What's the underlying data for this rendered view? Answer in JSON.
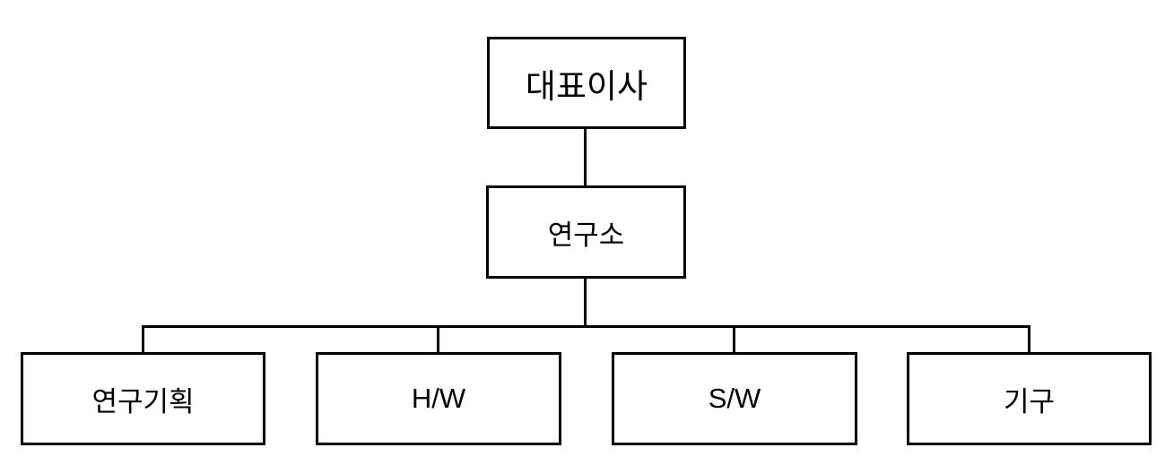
{
  "chart_data": {
    "type": "table",
    "title": "",
    "structure": "organization-chart",
    "root": {
      "label": "대표이사"
    },
    "level2": {
      "label": "연구소",
      "parent": "대표이사"
    },
    "children": [
      {
        "label": "연구기획",
        "parent": "연구소"
      },
      {
        "label": "H/W",
        "parent": "연구소"
      },
      {
        "label": "S/W",
        "parent": "연구소"
      },
      {
        "label": "기구",
        "parent": "연구소"
      }
    ],
    "colors": {
      "line": "#000000",
      "box_border": "#000000",
      "box_fill": "#ffffff",
      "background": "#ffffff",
      "text": "#000000"
    }
  }
}
